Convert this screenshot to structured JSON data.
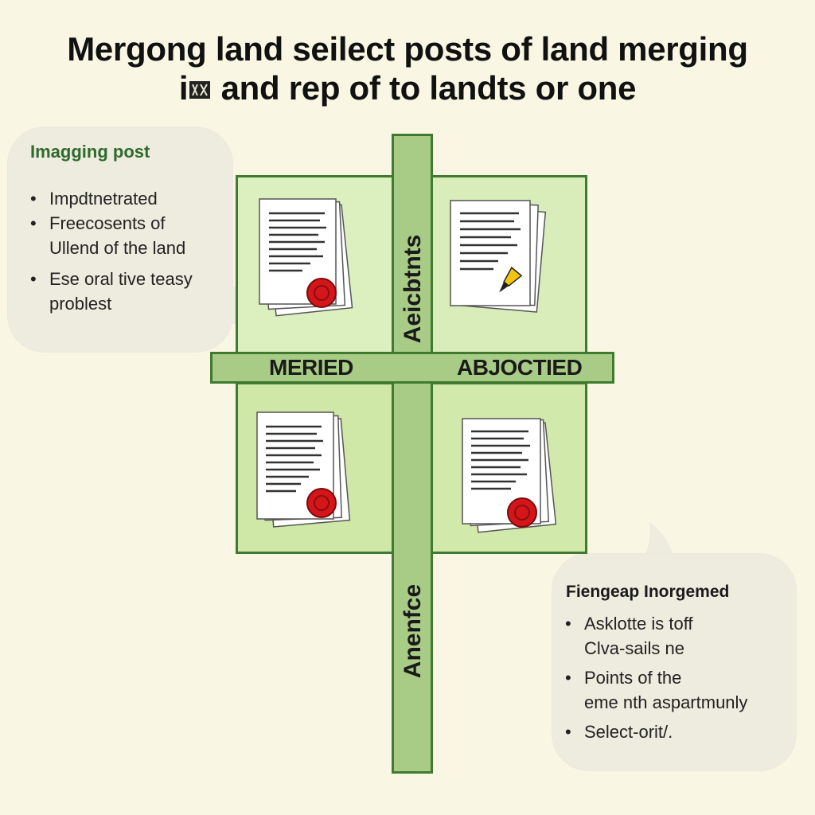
{
  "title": {
    "line1": "Mergong land seilect posts of land merging",
    "line2_prefix": "i",
    "line2_rest": " and rep of to landts or one"
  },
  "left_bubble": {
    "heading": "Imagging post",
    "items": [
      "Impdtnetrated",
      "Freecosents of",
      "Ullend of the land",
      "Ese oral tive teasy",
      "problest"
    ]
  },
  "right_bubble": {
    "heading": "Fiengeap Inorgemed",
    "items": [
      "Asklotte is toff",
      "Clva-sails ne",
      "Points of the",
      "eme nth aspartmunly",
      "Select-orit/."
    ]
  },
  "diagram": {
    "horizontal_labels": {
      "left": "MERIED",
      "right": "ABJOCTIED"
    },
    "vertical_labels": {
      "top": "Aeicbtnts",
      "bottom": "Anenfce"
    },
    "quadrants": [
      {
        "position": "top-left",
        "icon": "sealed-document-stack-icon"
      },
      {
        "position": "top-right",
        "icon": "signed-document-stack-icon"
      },
      {
        "position": "bottom-left",
        "icon": "sealed-document-stack-icon"
      },
      {
        "position": "bottom-right",
        "icon": "sealed-document-stack-icon"
      }
    ]
  },
  "colors": {
    "background": "#f9f7e3",
    "quadrant_fill": "#d4ebb0",
    "bar_fill": "#a8cc86",
    "border_green": "#3f7a30",
    "heading_green": "#2e6b2c",
    "seal_red": "#d4161b",
    "bubble_fill": "#eeebdf"
  }
}
